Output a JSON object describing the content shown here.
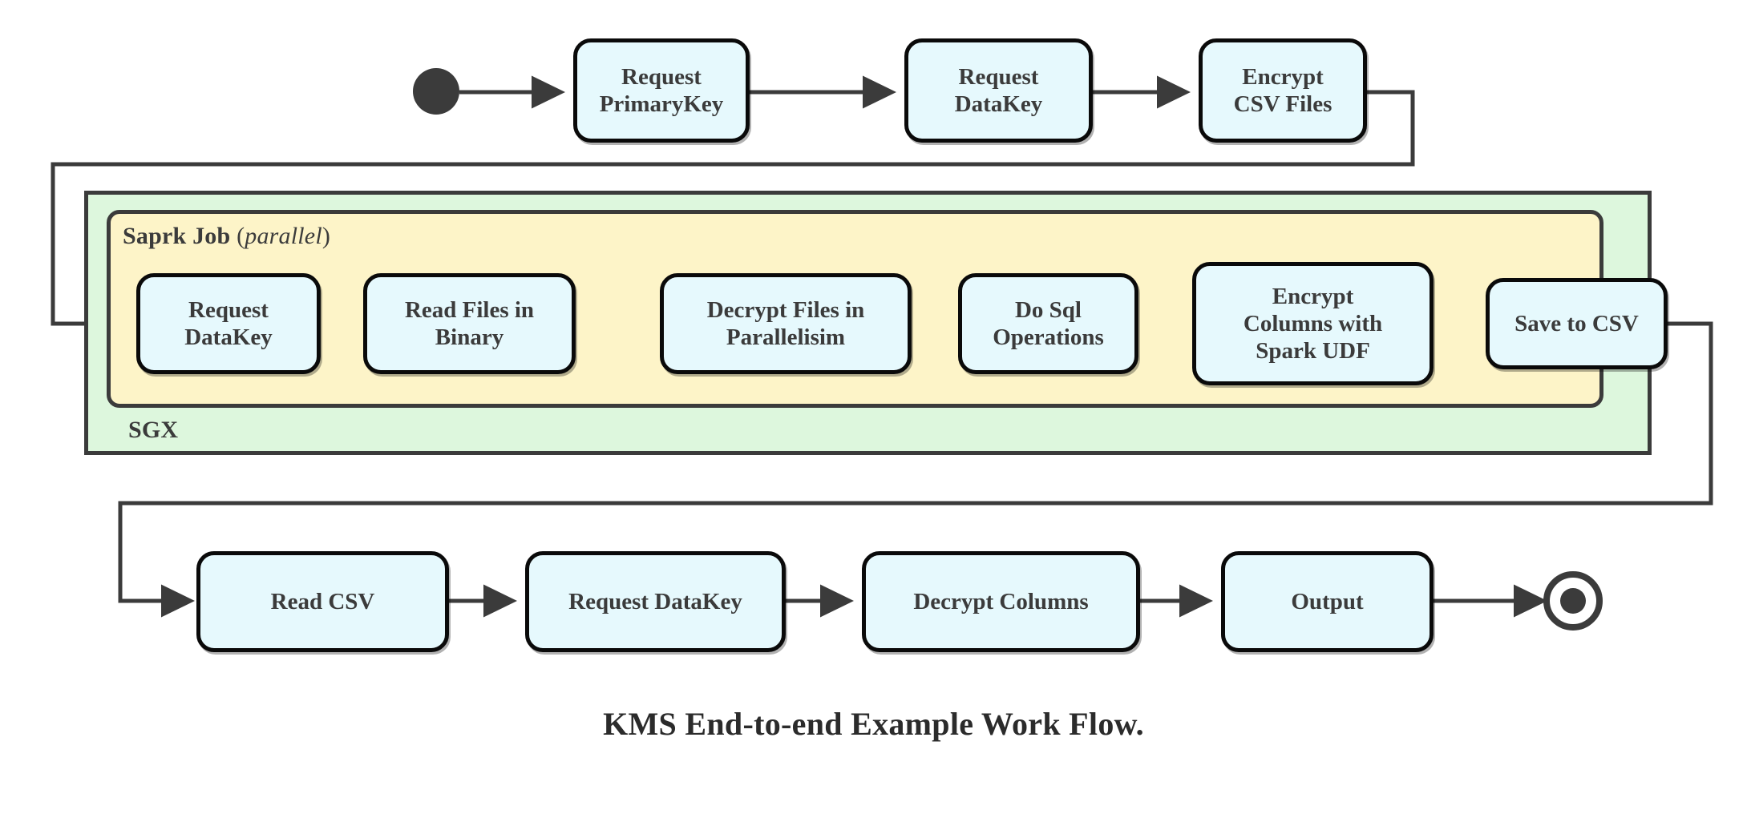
{
  "diagram": {
    "title": "KMS End-to-end Example Work Flow.",
    "type": "uml-activity-diagram",
    "colors": {
      "node_fill": "#e6f9fd",
      "node_stroke": "#0a0a0a",
      "sgx_fill": "#ddf7dd",
      "spark_fill": "#fdf4c8",
      "container_stroke": "#3b3b3b",
      "edge_stroke": "#3b3b3b",
      "text": "#3b3b3b"
    },
    "containers": {
      "sgx": {
        "label": "SGX"
      },
      "spark": {
        "label": "Saprk Job",
        "modifier_open": "(",
        "modifier": "parallel",
        "modifier_close": ")"
      }
    },
    "start_node": {
      "name": "initial-state"
    },
    "end_node": {
      "name": "final-state"
    },
    "top_row": [
      {
        "id": "request-primarykey",
        "lines": [
          "Request",
          "PrimaryKey"
        ]
      },
      {
        "id": "request-datakey-top",
        "lines": [
          "Request",
          "DataKey"
        ]
      },
      {
        "id": "encrypt-csv-files",
        "lines": [
          "Encrypt",
          "CSV Files"
        ]
      }
    ],
    "spark_row": [
      {
        "id": "request-datakey-spark",
        "lines": [
          "Request",
          "DataKey"
        ]
      },
      {
        "id": "read-files-in-binary",
        "lines": [
          "Read Files in",
          "Binary"
        ]
      },
      {
        "id": "decrypt-files-in-parallelisim",
        "lines": [
          "Decrypt Files in",
          "Parallelisim"
        ]
      },
      {
        "id": "do-sql-operations",
        "lines": [
          "Do Sql",
          "Operations"
        ]
      },
      {
        "id": "encrypt-columns-with-spark-udf",
        "lines": [
          "Encrypt",
          "Columns with",
          "Spark UDF"
        ]
      },
      {
        "id": "save-to-csv",
        "lines": [
          "Save to CSV"
        ]
      }
    ],
    "bottom_row": [
      {
        "id": "read-csv",
        "lines": [
          "Read CSV"
        ]
      },
      {
        "id": "request-datakey-bottom",
        "lines": [
          "Request DataKey"
        ]
      },
      {
        "id": "decrypt-columns",
        "lines": [
          "Decrypt Columns"
        ]
      },
      {
        "id": "output",
        "lines": [
          "Output"
        ]
      }
    ]
  }
}
